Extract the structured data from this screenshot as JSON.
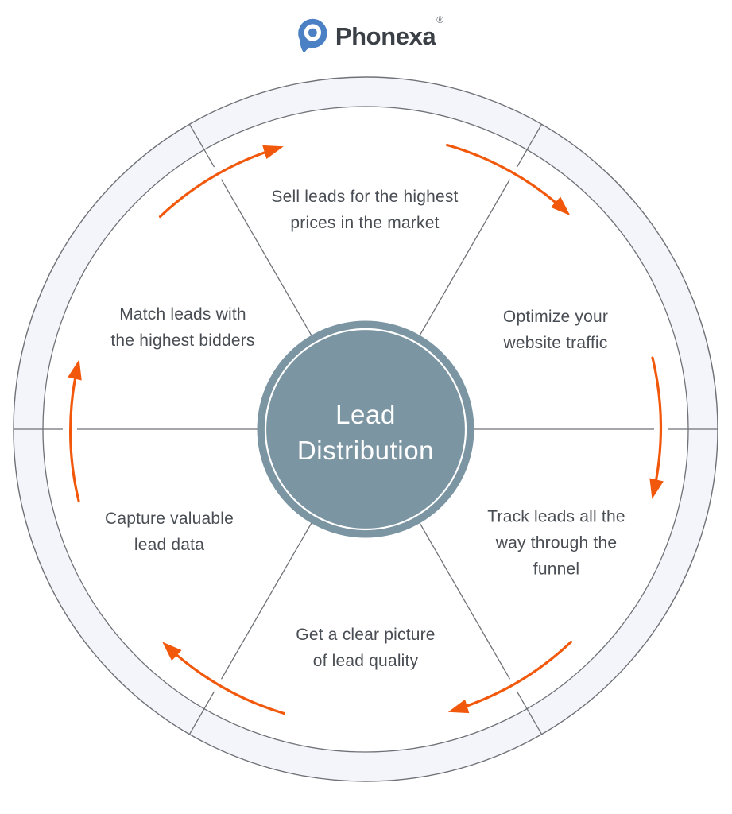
{
  "logo": {
    "brand": "Phonexa",
    "registered_mark": "®",
    "icon": "phonexa-pin-icon",
    "icon_color": "#4b80c4",
    "text_color": "#3a4046"
  },
  "diagram": {
    "type": "circular-cycle",
    "segment_count": 6,
    "flow_direction": "clockwise",
    "center": {
      "title": "Lead\nDistribution",
      "fill_color": "#7b95a2",
      "text_color": "#ffffff"
    },
    "segments": [
      {
        "position": "top",
        "label": "Sell leads for the highest\nprices in the market"
      },
      {
        "position": "upper-right",
        "label": "Optimize your\nwebsite traffic"
      },
      {
        "position": "lower-right",
        "label": "Track leads all the\nway through the\nfunnel"
      },
      {
        "position": "bottom",
        "label": "Get a clear picture\nof lead quality"
      },
      {
        "position": "lower-left",
        "label": "Capture valuable\nlead data"
      },
      {
        "position": "upper-left",
        "label": "Match leads with\nthe highest bidders"
      }
    ],
    "colors": {
      "arrow": "#f1580c",
      "ring_fill": "#f3f5fa",
      "line": "#6e7176",
      "label_text": "#494e54"
    }
  }
}
